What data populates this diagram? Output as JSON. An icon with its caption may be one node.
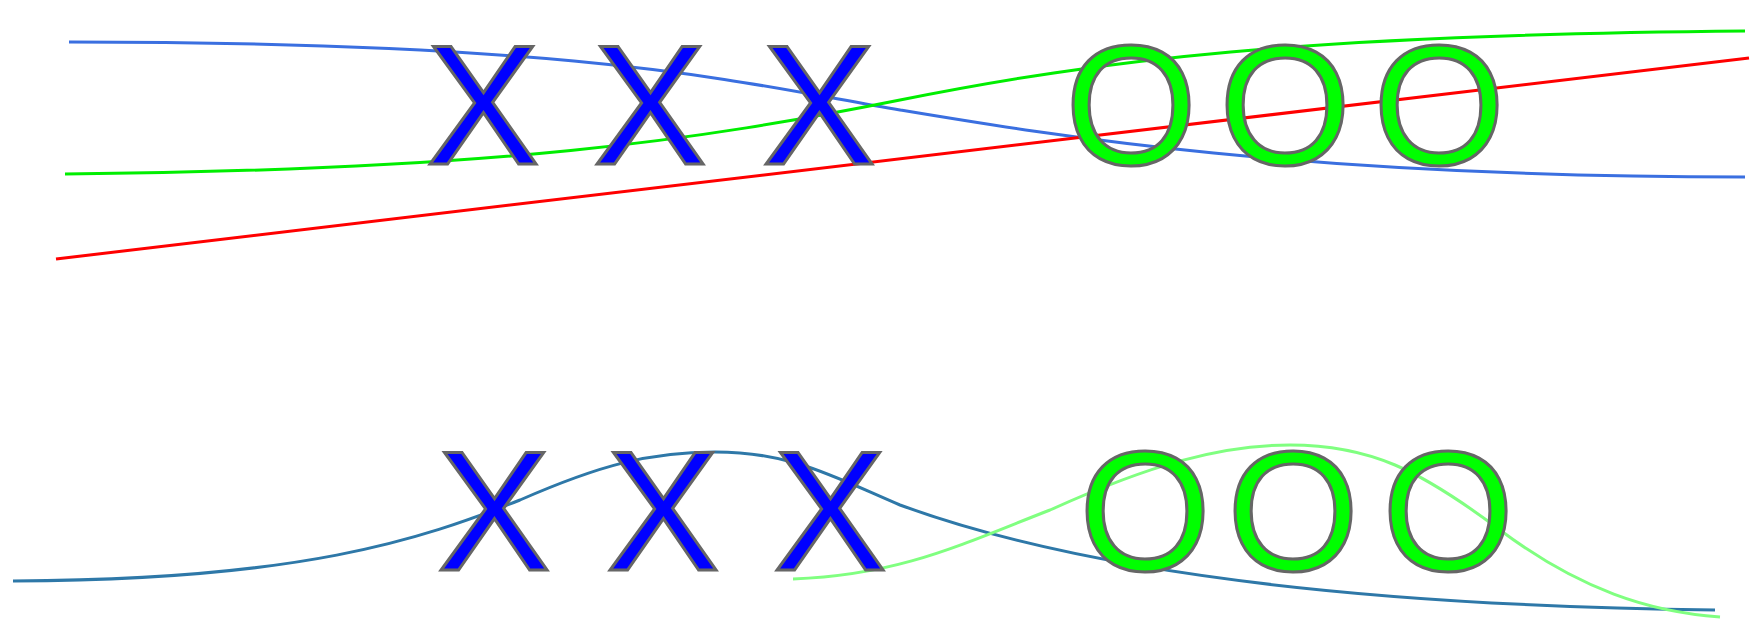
{
  "diagram": {
    "labels": [
      "X",
      "X",
      "X",
      "O",
      "O",
      "O",
      "X",
      "X",
      "X",
      "O",
      "O",
      "O"
    ]
  }
}
